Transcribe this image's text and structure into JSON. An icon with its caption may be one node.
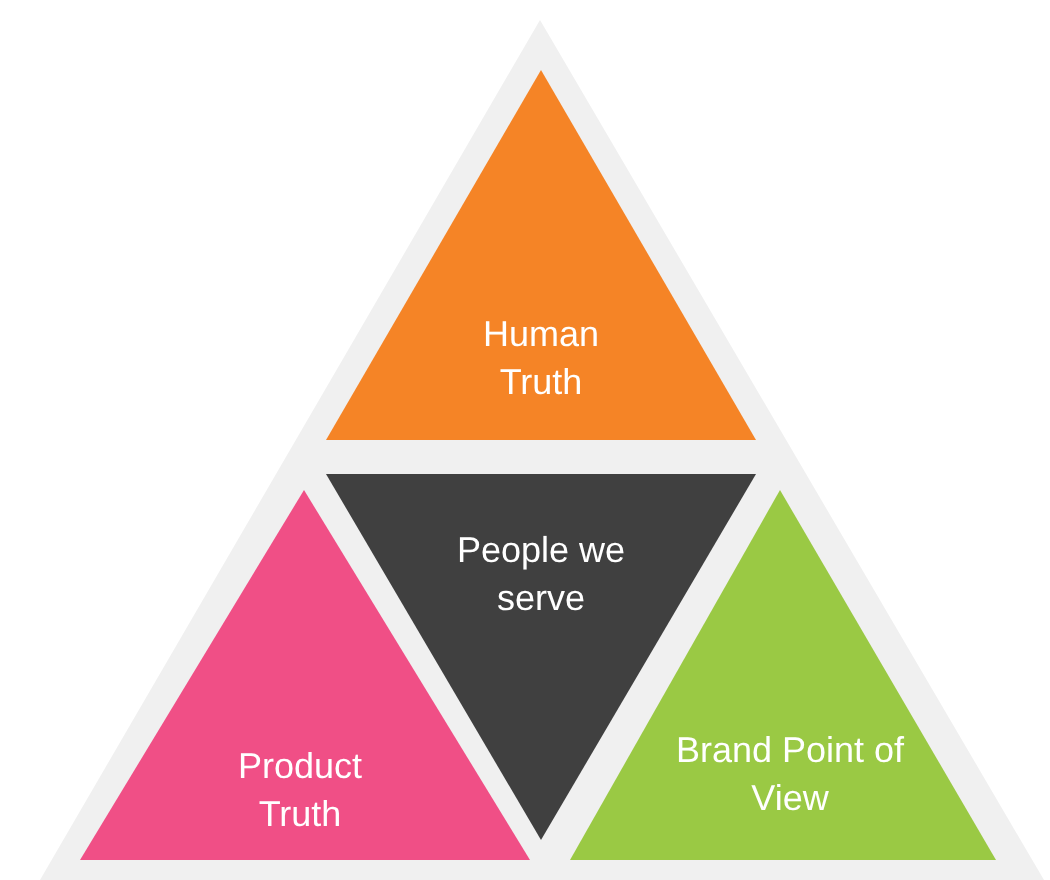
{
  "diagram": {
    "nodes": [
      {
        "text": [],
        "shape": "triangle"
      },
      {
        "text": [
          "Human Truth"
        ],
        "in": 0
      },
      {
        "text": [
          "People we serve"
        ],
        "in": 0
      },
      {
        "text": [
          "Product Truth"
        ],
        "in": 0
      },
      {
        "text": [
          "Brand Point of View"
        ],
        "in": 0
      }
    ]
  }
}
